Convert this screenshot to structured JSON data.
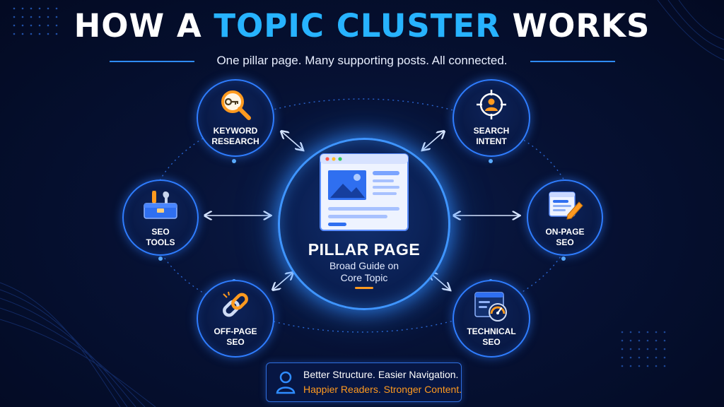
{
  "title": {
    "part1": "HOW A ",
    "accent": "TOPIC CLUSTER",
    "part2": " WORKS"
  },
  "subtitle": "One pillar page. Many supporting posts. All connected.",
  "pillar": {
    "title": "PILLAR PAGE",
    "subtitle": "Broad Guide on\nCore Topic"
  },
  "clusters": {
    "keyword_research": "KEYWORD\nRESEARCH",
    "search_intent": "SEARCH\nINTENT",
    "seo_tools": "SEO\nTOOLS",
    "on_page_seo": "ON-PAGE\nSEO",
    "off_page_seo": "OFF-PAGE\nSEO",
    "technical_seo": "TECHNICAL\nSEO"
  },
  "footer": {
    "line1": "Better Structure. Easier Navigation.",
    "line2": "Happier Readers. Stronger Content."
  },
  "icons": {
    "keyword_research": "key-magnifier-icon",
    "search_intent": "target-person-icon",
    "seo_tools": "toolbox-icon",
    "on_page_seo": "page-edit-icon",
    "off_page_seo": "chain-link-icon",
    "technical_seo": "speedometer-browser-icon",
    "pillar": "browser-window-icon",
    "footer": "user-icon"
  },
  "colors": {
    "background": "#061133",
    "accent_blue": "#27b3ff",
    "node_border": "#2f7dff",
    "highlight_orange": "#ff9a1f",
    "text": "#ffffff"
  }
}
